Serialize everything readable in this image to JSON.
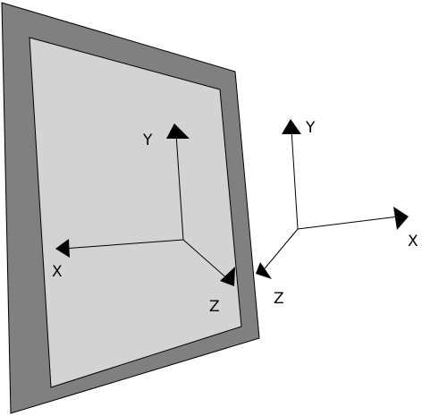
{
  "colors": {
    "frame_outer": "#808080",
    "frame_inner": "#d3d3d3",
    "stroke": "#000000",
    "background": "#ffffff"
  },
  "panel_axes": {
    "x_label": "X",
    "y_label": "Y",
    "z_label": "Z"
  },
  "world_axes": {
    "x_label": "X",
    "y_label": "Y",
    "z_label": "Z"
  }
}
